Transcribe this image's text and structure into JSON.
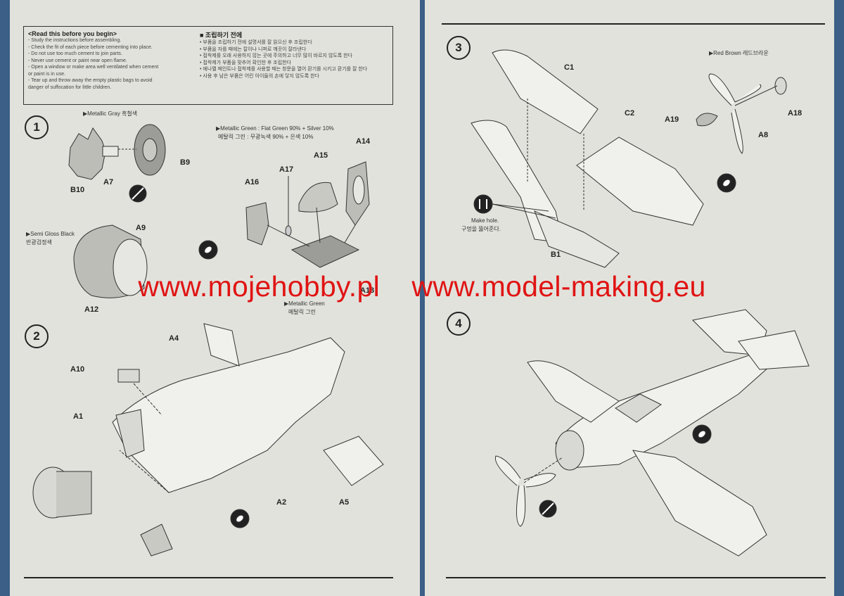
{
  "intro_box": {
    "en_title": "<Read this before you begin>",
    "en_items": [
      "- Study the instructions before assembling.",
      "- Check the fit of each piece before cementing into place.",
      "- Do not use too much cement to join parts.",
      "- Never use cement or paint near open flame.",
      "- Open a window or make area well ventilated when cement",
      "  or paint is in use.",
      "- Tear up and throw away the empty plastic bags to avoid",
      "  danger of suffocation for little children."
    ],
    "ko_title": "■ 조립하기 전에",
    "ko_items": [
      "• 부품을 조립하기 전에 설명서를 잘 읽으신 후 조립한다",
      "• 부품을 자를 때에는 칼이나 니퍼로 깨끗이 잘라낸다",
      "• 접착제를 오래 사용하지 않는 곳에 주의하고 너무 많이 바르지 않도록 한다",
      "• 접착제가 부품을 맞추어 확인한 후 조립한다",
      "• 에나멜 페인트나 접착제를 사용할 때는 창문을 열어 환기를 시키고 환기를 잘 한다",
      "• 사용 후 남은 부품은 어린 아이들의 손에 닿지 않도록 한다"
    ]
  },
  "steps": {
    "s1": "1",
    "s2": "2",
    "s3": "3",
    "s4": "4"
  },
  "color_notes": {
    "metallic_gray": "▶Metallic Gray 흑철색",
    "metallic_green_1": "▶Metallic Green : Flat Green 90% + Silver 10%",
    "metallic_green_2": "메탈릭 그린 : 무광녹색 90% + 은색 10%",
    "semi_gloss_1": "▶Semi Gloss Black",
    "semi_gloss_2": "반광검정색",
    "metallic_green_s2_1": "▶Metallic Green",
    "metallic_green_s2_2": "메탈릭 그린",
    "red_brown": "▶Red Brown 레드브라운",
    "make_hole_1": "Make hole.",
    "make_hole_2": "구멍을 뚫어준다."
  },
  "parts": {
    "B9": "B9",
    "B10": "B10",
    "A7": "A7",
    "A14": "A14",
    "A15": "A15",
    "A16": "A16",
    "A17": "A17",
    "A13": "A13",
    "A9": "A9",
    "A12": "A12",
    "A4": "A4",
    "A10": "A10",
    "A1": "A1",
    "A2": "A2",
    "A5": "A5",
    "C1": "C1",
    "C2": "C2",
    "B1": "B1",
    "A19": "A19",
    "A18": "A18",
    "A8": "A8"
  },
  "watermark": {
    "left": "www.mojehobby.pl",
    "right": "www.model-making.eu",
    "color": "#e01414"
  },
  "colors": {
    "background": "#3b5f86",
    "paper": "#e2e2dc",
    "ink": "#222222"
  }
}
